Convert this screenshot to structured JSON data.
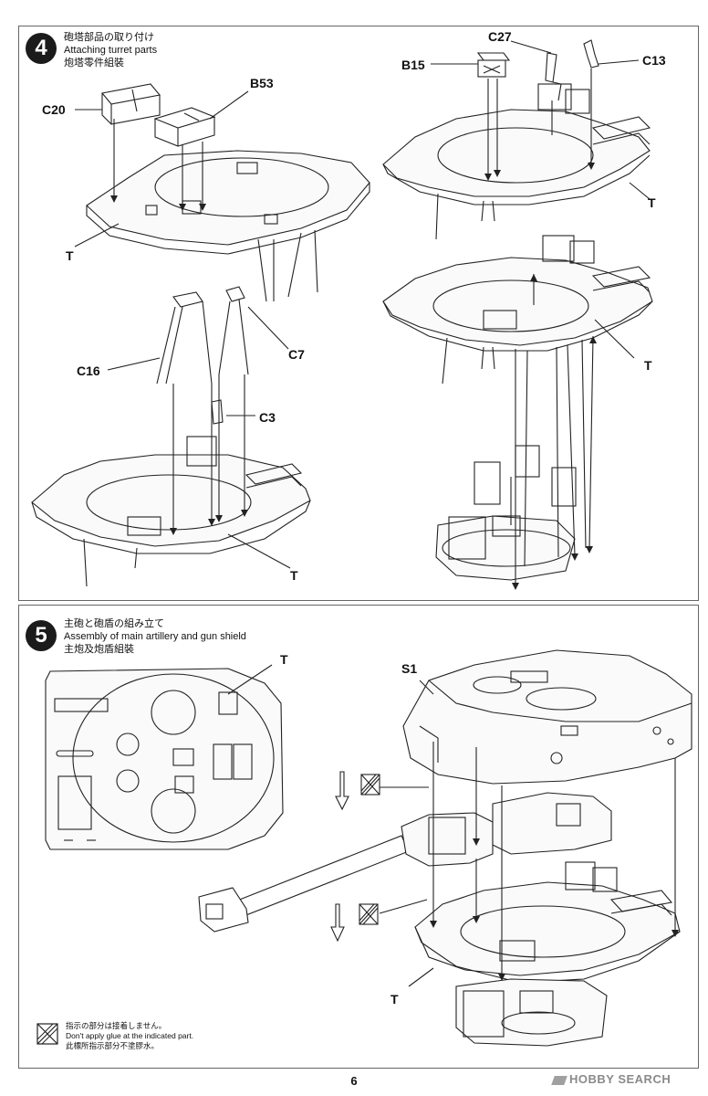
{
  "page": {
    "number": "6"
  },
  "step4": {
    "number": "4",
    "title_jp": "砲塔部品の取り付け",
    "title_en": "Attaching turret parts",
    "title_cn": "炮塔零件組裝",
    "labels": {
      "c20": "C20",
      "b53": "B53",
      "t1": "T",
      "c27": "C27",
      "b15": "B15",
      "c13": "C13",
      "t2": "T",
      "c16": "C16",
      "c7": "C7",
      "c3": "C3",
      "t3": "T",
      "t4": "T"
    }
  },
  "step5": {
    "number": "5",
    "title_jp": "主砲と砲盾の組み立て",
    "title_en": "Assembly of main artillery and gun shield",
    "title_cn": "主炮及炮盾組裝",
    "labels": {
      "t_top": "T",
      "s1": "S1",
      "t_bottom": "T"
    }
  },
  "glue_note": {
    "jp": "指示の部分は接着しません。",
    "en": "Don't apply glue at the indicated part.",
    "cn": "此標所指示部分不塗膠水。"
  },
  "watermark": {
    "text": "HOBBY SEARCH"
  }
}
